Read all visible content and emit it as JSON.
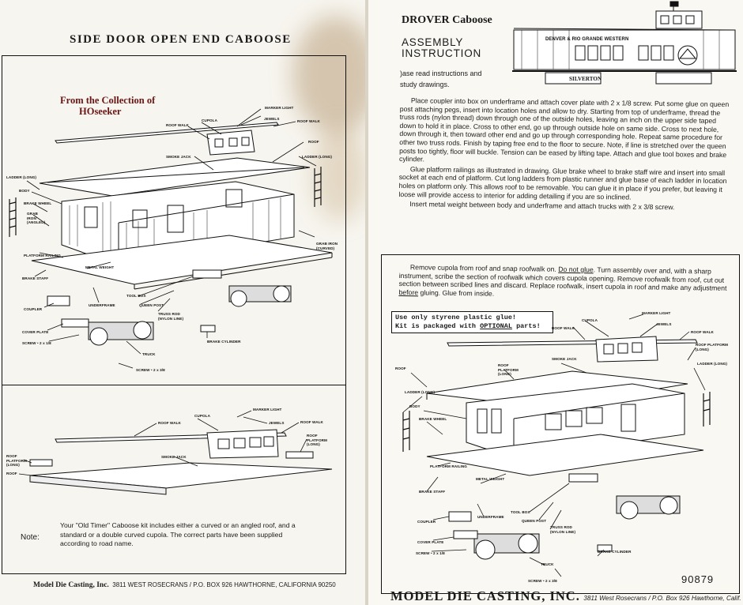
{
  "left_page": {
    "title": "SIDE DOOR OPEN END CABOOSE",
    "collection_stamp": [
      "From the Collection of",
      "HOseeker"
    ],
    "diagram1_labels": {
      "marker_light": "MARKER LIGHT",
      "cupola": "CUPOLA",
      "jewels": "JEWELS",
      "roof_walk": "ROOF WALK",
      "roof_walk_r": "ROOF WALK",
      "roof": "ROOF",
      "smoke_jack": "SMOKE JACK",
      "ladder_long_r": "LADDER (LONG)",
      "ladder_long_l": "LADDER (LONG)",
      "body": "BODY",
      "brake_wheel": "BRAKE WHEEL",
      "grab_iron_angled": "GRAB IRON (ANGLED)",
      "grab_iron_curved": "GRAB IRON (CURVED)",
      "platform_railing": "PLATFORM RAILING",
      "brake_staff": "BRAKE STAFF",
      "metal_weight": "METAL WEIGHT",
      "underframe": "UNDERFRAME",
      "coupler": "COUPLER",
      "tool_box": "TOOL BOX",
      "queen_post": "QUEEN POST",
      "truss_rod": "TRUSS ROD (NYLON LINE)",
      "cover_plate": "COVER PLATE",
      "screw_18": "SCREW • 2 x 1/8",
      "truck": "TRUCK",
      "screw_38": "SCREW • 2 x 3/8",
      "brake_cylinder": "BRAKE CYLINDER"
    },
    "diagram2_labels": {
      "marker_light": "MARKER LIGHT",
      "cupola": "CUPOLA",
      "roof_walk": "ROOF WALK",
      "jewels": "JEWELS",
      "roof_walk_r": "ROOF WALK",
      "roof_platform_l": "ROOF PLATFORM (LONG)",
      "roof_platform_r": "ROOF PLATFORM (LONG)",
      "smoke_jack": "SMOKE JACK",
      "roof": "ROOF"
    },
    "note_label": "Note:",
    "note_text": "Your \"Old Timer\" Caboose kit includes either a curved or an angled roof, and a standard or a double curved cupola. The correct parts have been supplied according to road name.",
    "footer_brand": "Model Die Casting, Inc.",
    "footer_address": "3811 WEST ROSECRANS / P.O. BOX 926   HAWTHORNE, CALIFORNIA 90250"
  },
  "right_page": {
    "title": "DROVER Caboose",
    "heading": "ASSEMBLY INSTRUCTION",
    "read_note": ")ase read instructions and study drawings.",
    "car_lettering": {
      "road": "DENVER & RIO GRANDE WESTERN",
      "name": "SILVERTON"
    },
    "paragraphs": [
      "Place coupler into box on underframe and attach cover plate with 2 x 1/8 screw. Put some glue on queen post attaching pegs, insert into location holes and allow to dry. Starting from top of underframe, thread the truss rods (nylon thread) down through one of the outside holes, leaving an inch on the upper side taped down to hold it in place. Cross to other end, go up through outside hole on same side. Cross to next hole, down through it, then toward other end and go up through corresponding hole. Repeat same procedure for other two truss rods. Finish by taping free end to the floor to secure. Note, if line is stretched over the queen posts too tightly, floor will buckle. Tension can be eased by lifting tape.   Attach and glue tool boxes and brake cylinder.",
      "Glue platform railings as illustrated in drawing. Glue brake wheel to brake staff wire and insert into small socket at each end of platform. Cut long ladders from plastic runner and glue base of each ladder in location holes on platform only. This allows roof to be removable. You can glue it in place if you prefer, but leaving it loose will provide access to interior for adding detailing if you are so inclined.",
      "Insert metal weight between body and underframe and attach trucks with 2 x 3/8 screw."
    ],
    "box_text_1": "Remove cupola from roof and snap roofwalk on.",
    "box_text_underline_1": "Do not glue",
    "box_text_2": ". Turn assembly over and, with a sharp instrument, scribe the section of roofwalk which covers cupola opening. Remove roofwalk from roof, cut out section between scribed lines and discard. Replace roofwalk, insert cupola in roof and make any adjustment",
    "box_text_underline_2": "before",
    "box_text_3": "gluing. Glue from inside.",
    "styrene_line1": "Use only styrene plastic glue!",
    "styrene_line2a": "Kit is packaged with",
    "styrene_optional": "OPTIONAL",
    "styrene_parts": "parts!",
    "diagram_labels": {
      "roof_walk": "ROOF WALK",
      "cupola": "CUPOLA",
      "marker_light": "MARKER LIGHT",
      "jewels": "JEWELS",
      "roof_walk_r": "ROOF WALK",
      "roof_platform_r": "ROOF PLATFORM (LONG)",
      "roof": "ROOF",
      "roof_platform_l": "ROOF PLATFORM (LONG)",
      "smoke_jack": "SMOKE JACK",
      "ladder_long_r": "LADDER (LONG)",
      "ladder_long_l": "LADDER (LONG)",
      "body": "BODY",
      "brake_wheel": "BRAKE WHEEL",
      "platform_railing": "PLATFORM RAILING",
      "brake_staff": "BRAKE STAFF",
      "metal_weight": "METAL WEIGHT",
      "coupler": "COUPLER",
      "underframe": "UNDERFRAME",
      "tool_box": "TOOL BOX",
      "queen_post": "QUEEN POST",
      "truss_rod": "TRUSS ROD (NYLON LINE)",
      "cover_plate": "COVER PLATE",
      "screw_18": "SCREW • 2 x 1/8",
      "truck": "TRUCK",
      "brake_cylinder": "BRAKE CYLINDER",
      "screw_38": "SCREW • 2 x 3/8"
    },
    "page_number": "90879",
    "footer_brand": "MODEL DIE CASTING, INC.",
    "footer_address": "3811 West Rosecrans / P.O. Box 926 Hawthorne, Calif. 90250"
  }
}
